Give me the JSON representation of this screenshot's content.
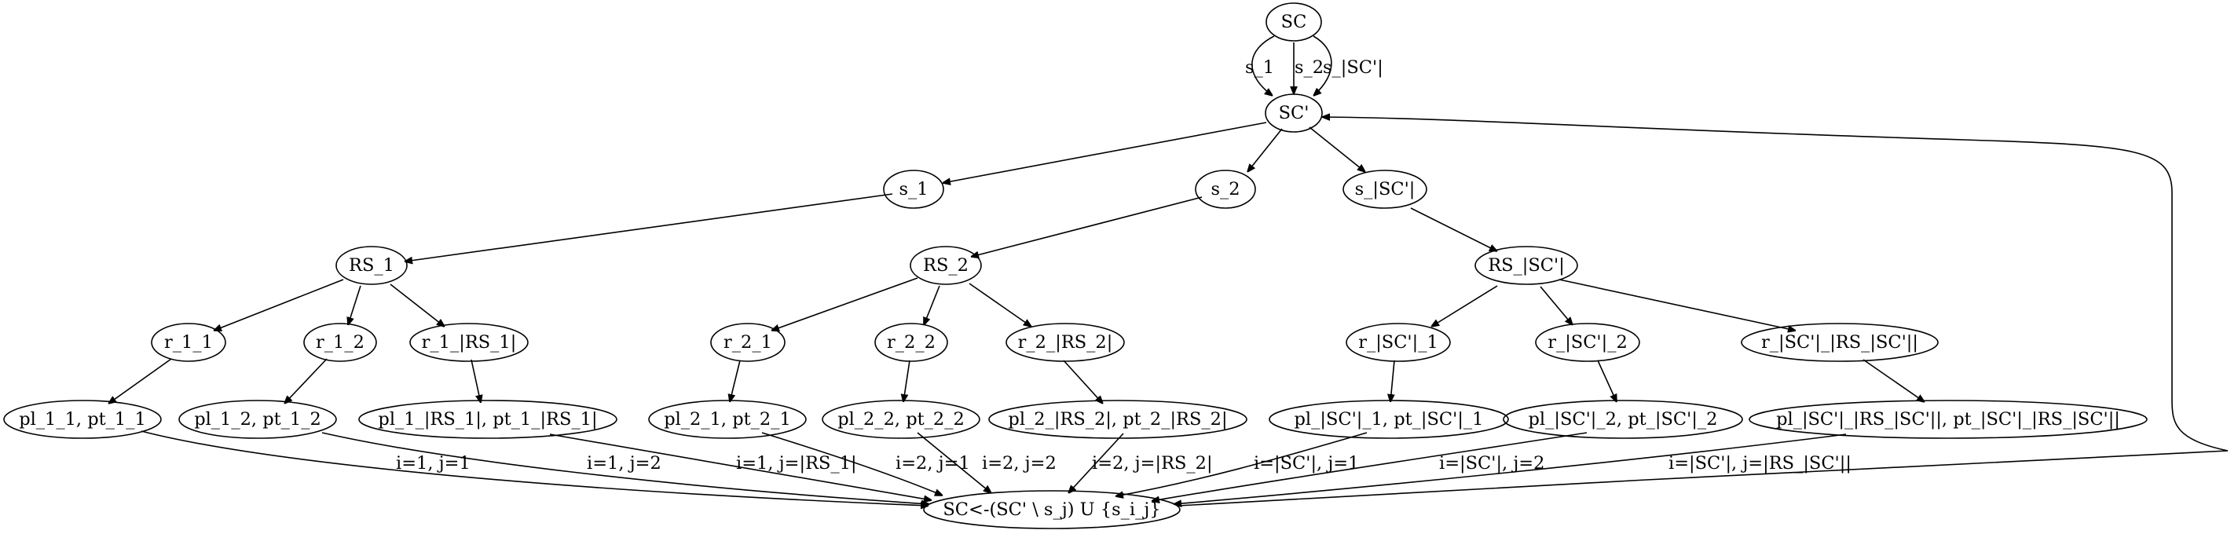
{
  "diagram": {
    "nodes": {
      "sc": "SC",
      "scp": "SC'",
      "s1": "s_1",
      "s2": "s_2",
      "ssc": "s_|SC'|",
      "rs1": "RS_1",
      "rs2": "RS_2",
      "rssc": "RS_|SC'|",
      "r11": "r_1_1",
      "r12": "r_1_2",
      "r1rs": "r_1_|RS_1|",
      "r21": "r_2_1",
      "r22": "r_2_2",
      "r2rs": "r_2_|RS_2|",
      "rsc1": "r_|SC'|_1",
      "rsc2": "r_|SC'|_2",
      "rscrs": "r_|SC'|_|RS_|SC'||",
      "pl11": "pl_1_1, pt_1_1",
      "pl12": "pl_1_2, pt_1_2",
      "pl1rs": "pl_1_|RS_1|, pt_1_|RS_1|",
      "pl21": "pl_2_1, pt_2_1",
      "pl22": "pl_2_2, pt_2_2",
      "pl2rs": "pl_2_|RS_2|, pt_2_|RS_2|",
      "plsc1": "pl_|SC'|_1, pt_|SC'|_1",
      "plsc2": "pl_|SC'|_2, pt_|SC'|_2",
      "plscrs": "pl_|SC'|_|RS_|SC'||, pt_|SC'|_|RS_|SC'||",
      "final": "SC<-(SC' \\ s_j) U {s_i_j}"
    },
    "edge_labels": {
      "sc_scp_1": "s_1",
      "sc_scp_2": "s_2",
      "sc_scp_3": "s_|SC'|",
      "pl11_final": "i=1, j=1",
      "pl12_final": "i=1, j=2",
      "pl1rs_final": "i=1, j=|RS_1|",
      "pl21_final": "i=2, j=1",
      "pl22_final": "i=2, j=2",
      "pl2rs_final": "i=2, j=|RS_2|",
      "plsc1_final": "i=|SC'|, j=1",
      "plsc2_final": "i=|SC'|, j=2",
      "plscrs_final": "i=|SC'|, j=|RS_|SC'||"
    }
  }
}
